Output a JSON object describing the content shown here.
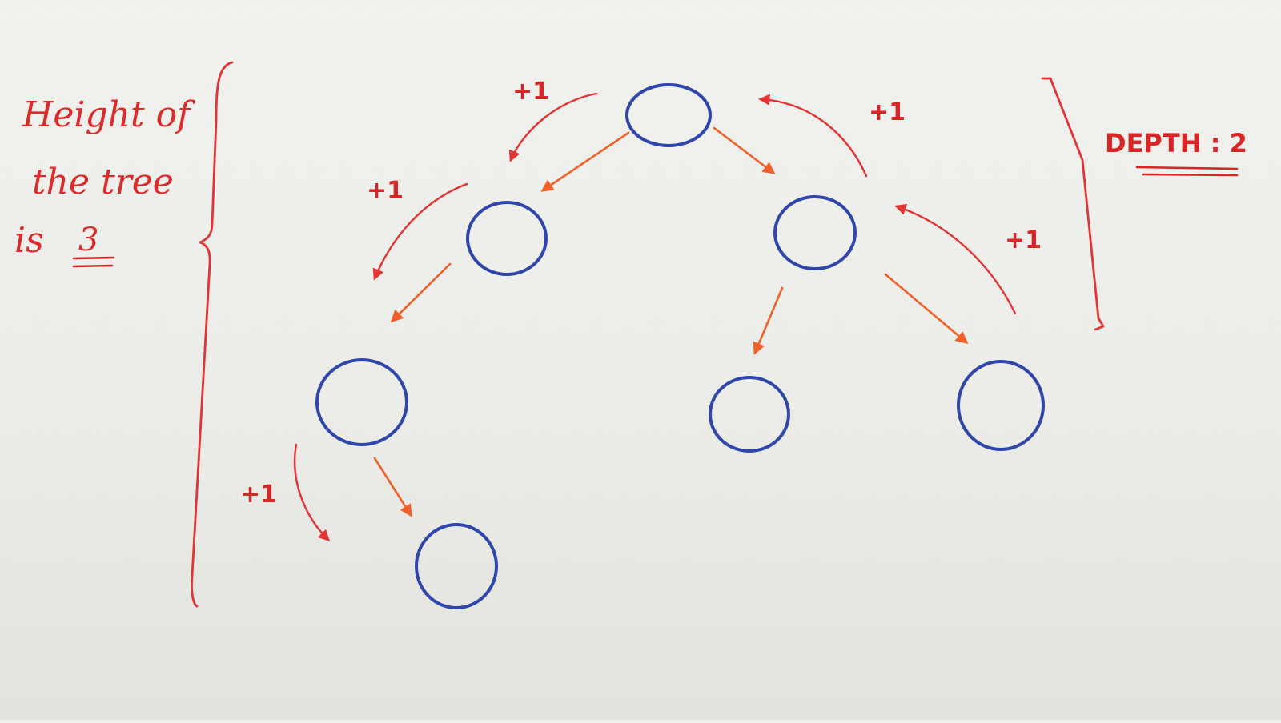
{
  "height_note": {
    "line1": "Height of",
    "line2": "the tree",
    "line3_prefix": "is",
    "value": "3"
  },
  "depth_note": {
    "label": "DEPTH : 2"
  },
  "increment_labels": [
    "+1",
    "+1",
    "+1",
    "+1",
    "+1"
  ],
  "colors": {
    "node_stroke": "#2f46ad",
    "edge_arrow": "#f2602a",
    "annotation": "#e23434",
    "paper": "#efefec"
  },
  "tree": {
    "node_count": 7,
    "edges": 6
  }
}
